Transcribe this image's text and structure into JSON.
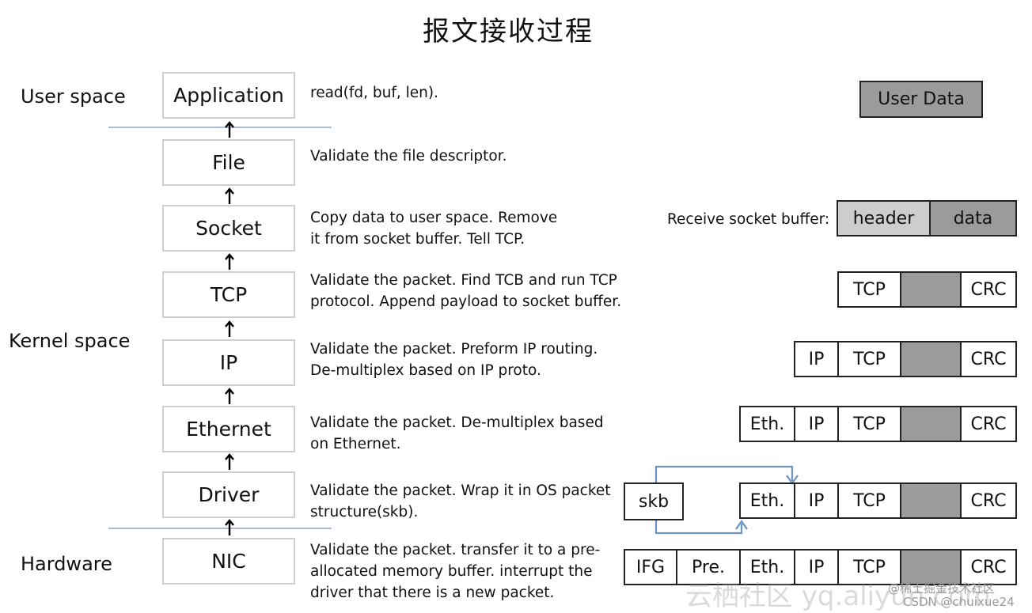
{
  "title": "报文接收过程",
  "regions": {
    "user": "User space",
    "kernel": "Kernel space",
    "hardware": "Hardware"
  },
  "layers": [
    {
      "name": "Application",
      "desc": [
        "read(fd, buf, len)."
      ]
    },
    {
      "name": "File",
      "desc": [
        "Validate the file descriptor."
      ]
    },
    {
      "name": "Socket",
      "desc": [
        "Copy data to user space. Remove",
        "it from socket buffer. Tell TCP."
      ]
    },
    {
      "name": "TCP",
      "desc": [
        "Validate the packet. Find TCB and run TCP",
        "protocol. Append payload to socket buffer."
      ]
    },
    {
      "name": "IP",
      "desc": [
        "Validate the packet. Preform IP routing.",
        "De-multiplex based on IP proto."
      ]
    },
    {
      "name": "Ethernet",
      "desc": [
        "Validate the packet. De-multiplex based",
        "on Ethernet."
      ]
    },
    {
      "name": "Driver",
      "desc": [
        "Validate the packet. Wrap it in OS packet",
        "structure(skb)."
      ]
    },
    {
      "name": "NIC",
      "desc": [
        "Validate the packet. transfer it to a pre-",
        "allocated memory buffer. interrupt the",
        "driver that there is a new packet."
      ]
    }
  ],
  "packets": {
    "user_data": "User Data",
    "socket_buffer_label": "Receive socket buffer:",
    "socket_buffer": [
      "header",
      "data"
    ],
    "tcp_row": [
      "TCP",
      "",
      "CRC"
    ],
    "ip_row": [
      "IP",
      "TCP",
      "",
      "CRC"
    ],
    "eth_row": [
      "Eth.",
      "IP",
      "TCP",
      "",
      "CRC"
    ],
    "skb": "skb",
    "driver_row": [
      "Eth.",
      "IP",
      "TCP",
      "",
      "CRC"
    ],
    "nic_row": [
      "IFG",
      "Pre.",
      "Eth.",
      "IP",
      "TCP",
      "",
      "CRC"
    ]
  },
  "colors": {
    "separator": "#a9bcd6",
    "skb_arrow": "#6b93c4",
    "payload_fill": "#9b9b9b",
    "header_fill": "#cdcdcd"
  },
  "watermarks": {
    "yq": "云栖社区 yq.aliyun.com",
    "juejin": "@稀土掘金技术社区",
    "csdn": "CSDN @chuixue24"
  }
}
